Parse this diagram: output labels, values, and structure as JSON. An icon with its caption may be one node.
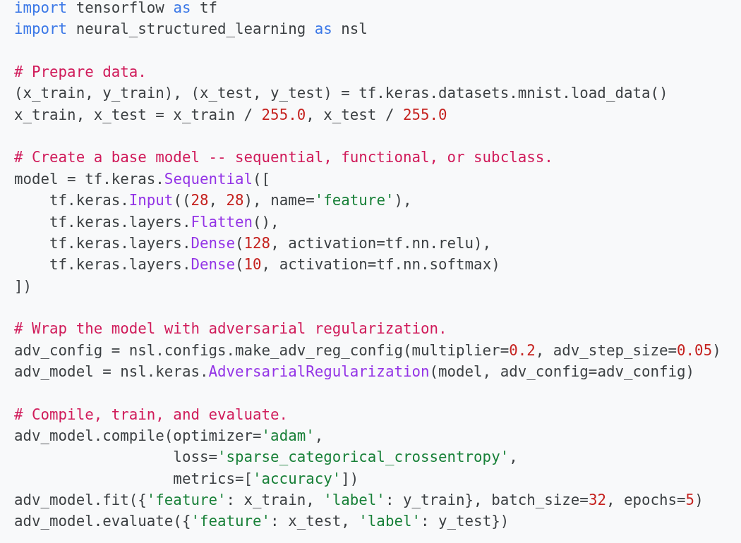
{
  "diagram": {
    "labels": [
      "import tensorflow as tf",
      "import neural_structured_learning as nsl",
      "# Prepare data.",
      "(x_train, y_train), (x_test, y_test) = tf.keras.datasets.mnist.load_data()",
      "x_train, x_test = x_train / 255.0, x_test / 255.0",
      "# Create a base model -- sequential, functional, or subclass.",
      "model = tf.keras.Sequential([",
      "    tf.keras.Input((28, 28), name='feature'),",
      "    tf.keras.layers.Flatten(),",
      "    tf.keras.layers.Dense(128, activation=tf.nn.relu),",
      "    tf.keras.layers.Dense(10, activation=tf.nn.softmax)",
      "])",
      "# Wrap the model with adversarial regularization.",
      "adv_config = nsl.configs.make_adv_reg_config(multiplier=0.2, adv_step_size=0.05)",
      "adv_model = nsl.keras.AdversarialRegularization(model, adv_config=adv_config)",
      "# Compile, train, and evaluate.",
      "adv_model.compile(optimizer='adam',",
      "                  loss='sparse_categorical_crossentropy',",
      "                  metrics=['accuracy'])",
      "adv_model.fit({'feature': x_train, 'label': y_train}, batch_size=32, epochs=5)",
      "adv_model.evaluate({'feature': x_test, 'label': y_test})"
    ]
  }
}
